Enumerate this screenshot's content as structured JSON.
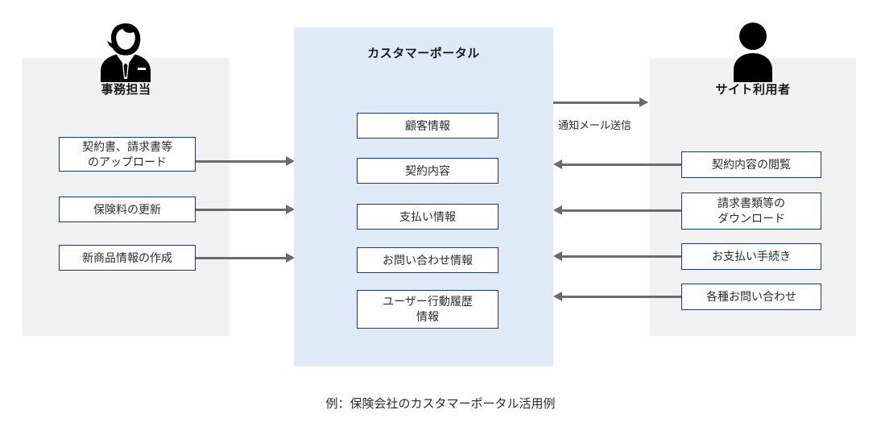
{
  "diagram": {
    "caption": "例：保険会社のカスタマーポータル活用例",
    "colors": {
      "side_panel_bg": "#f1f1f1",
      "center_panel_bg": "#deeaf6",
      "box_border": "#1f3864",
      "box_fill": "#ffffff",
      "connector": "#6b6b6b",
      "text": "#2b2b2b",
      "icon": "#000000"
    }
  },
  "left_panel": {
    "title": "事務担当",
    "icon": "office-worker-icon",
    "boxes": [
      {
        "label": "契約書、請求書等\nのアップロード"
      },
      {
        "label": "保険料の更新"
      },
      {
        "label": "新商品情報の作成"
      }
    ]
  },
  "center_panel": {
    "title": "カスタマーポータル",
    "boxes": [
      {
        "label": "顧客情報"
      },
      {
        "label": "契約内容"
      },
      {
        "label": "支払い情報"
      },
      {
        "label": "お問い合わせ情報"
      },
      {
        "label": "ユーザー行動履歴\n情報"
      }
    ]
  },
  "right_panel": {
    "title": "サイト利用者",
    "icon": "user-silhouette-icon",
    "boxes": [
      {
        "label": "契約内容の閲覧"
      },
      {
        "label": "請求書類等の\nダウンロード"
      },
      {
        "label": "お支払い手続き"
      },
      {
        "label": "各種お問い合わせ"
      }
    ]
  },
  "notification_arrow": {
    "label": "通知メール送信",
    "direction": "right"
  }
}
